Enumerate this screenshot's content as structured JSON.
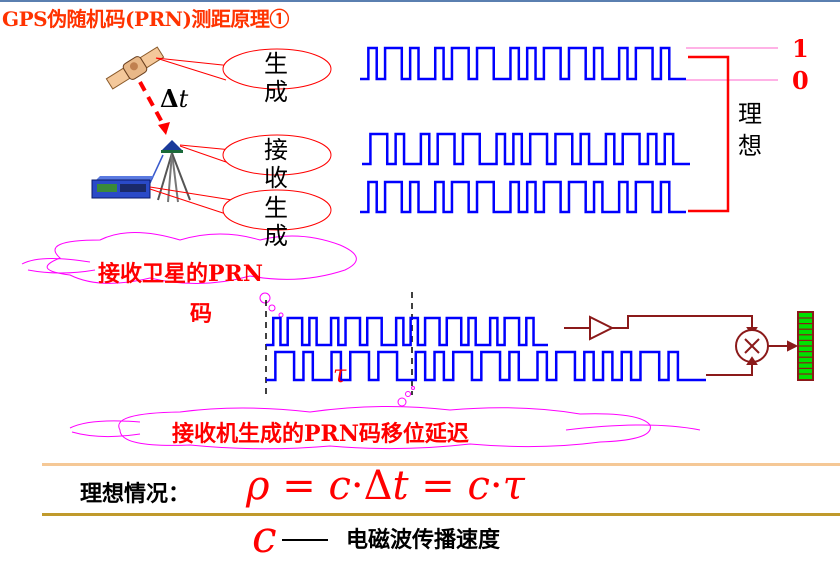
{
  "title": "GPS伪随机码(PRN)测距原理①",
  "labels": {
    "satellite_generate": "生成",
    "receiver_receive": "接收",
    "receiver_generate": "生成",
    "delta_symbol": "Δ",
    "delta_var": "t",
    "level_high": "1",
    "level_low": "0",
    "ideal": "理想",
    "cloud_received": "接收卫星的PRN码",
    "cloud_received_line1": "接收卫星的PRN",
    "cloud_received_line2": "码",
    "tau": "τ",
    "cloud_shift": "接收机生成的PRN码移位延迟"
  },
  "icons": {
    "satellite": "satellite-icon",
    "antenna": "antenna-tripod-icon",
    "receiver": "gps-receiver-icon",
    "amplifier": "amplifier-triangle-icon",
    "multiplier": "multiplier-circle-x-icon",
    "output_bar": "correlation-meter-icon"
  },
  "formula": {
    "label": "理想情况：",
    "rho": "ρ",
    "eq1": " = ",
    "c1": "c",
    "dot1": "·",
    "delta": "Δ",
    "t": "t",
    "eq2": " = ",
    "c2": "c",
    "dot2": "·",
    "tau": "τ"
  },
  "note": {
    "var": "c",
    "desc": "电磁波传播速度"
  },
  "colors": {
    "title": "#ff3300",
    "signal": "#0000ff",
    "accent_red": "#ff0000",
    "cloud": "#ff00ff",
    "circuit": "#8b1a1a",
    "meter": "#00e000",
    "rule_top": "#f5c896",
    "rule_bottom": "#c09a2c"
  },
  "waveforms": {
    "satellite_code": [
      1,
      0,
      1,
      1,
      0,
      1,
      0,
      0,
      1,
      0,
      1,
      1,
      0,
      1,
      1,
      0,
      0,
      1,
      0,
      1,
      0,
      1,
      1,
      0,
      1,
      1,
      0,
      1,
      0,
      0,
      1,
      0,
      1,
      1,
      0,
      1,
      0
    ],
    "shift_amount_chips": 2
  }
}
